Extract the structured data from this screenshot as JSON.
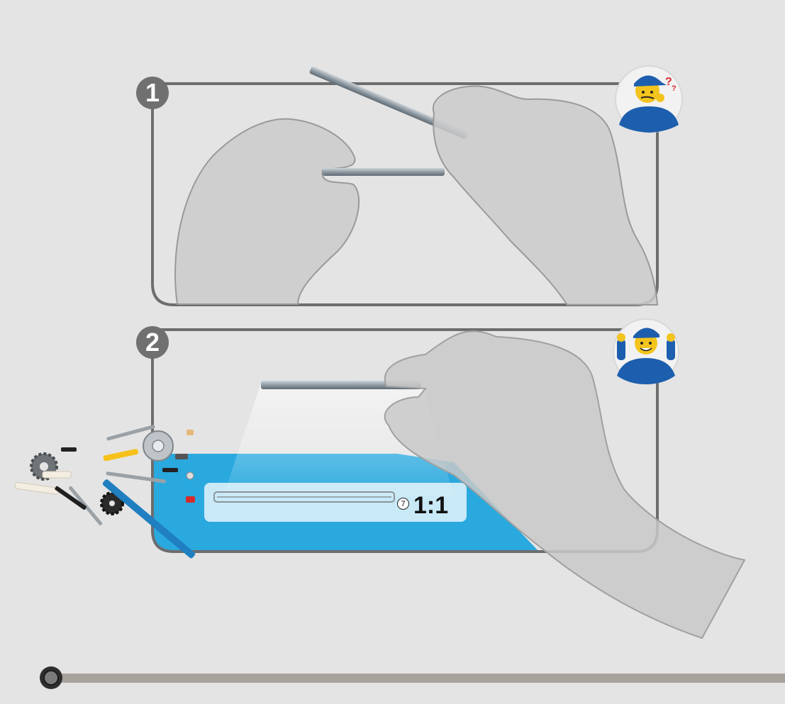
{
  "steps": [
    {
      "number": "1",
      "mood": "confused"
    },
    {
      "number": "2",
      "mood": "happy"
    }
  ],
  "ruler": {
    "length_label": "7",
    "scale_label": "1:1"
  },
  "colors": {
    "background": "#e4e4e4",
    "frame": "#6d6d6d",
    "mat_blue": "#2aa9de",
    "hand": "#c9c9c9",
    "axle": "#8f9aa3",
    "figure_blue": "#1d5fae",
    "footer_bar": "#a8a29c"
  }
}
